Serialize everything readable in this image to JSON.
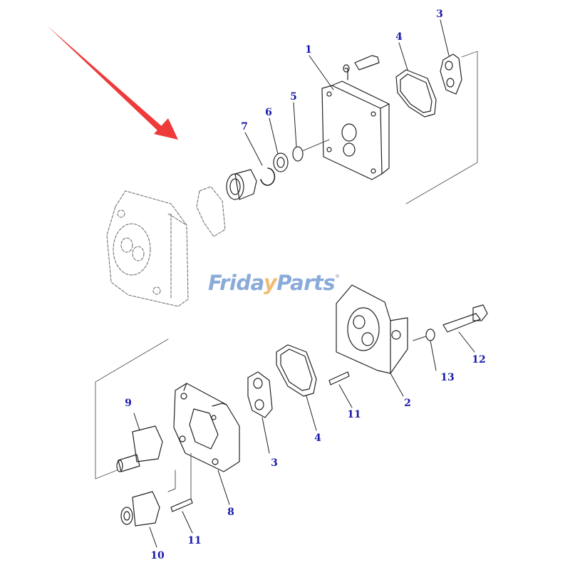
{
  "diagram": {
    "title": "Gear pump exploded parts diagram",
    "watermark": {
      "part1": "Frid",
      "part2": "a",
      "part3": "y",
      "part4": "Parts",
      "mark": "®"
    },
    "callouts": [
      {
        "id": "c1",
        "label": "1",
        "part": "cover"
      },
      {
        "id": "c2",
        "label": "2",
        "part": "body"
      },
      {
        "id": "c3a",
        "label": "3",
        "part": "plate (upper)"
      },
      {
        "id": "c3b",
        "label": "3",
        "part": "plate (lower)"
      },
      {
        "id": "c4a",
        "label": "4",
        "part": "seal (upper)"
      },
      {
        "id": "c4b",
        "label": "4",
        "part": "seal (lower)"
      },
      {
        "id": "c5",
        "label": "5",
        "part": "washer"
      },
      {
        "id": "c6",
        "label": "6",
        "part": "oil seal"
      },
      {
        "id": "c7",
        "label": "7",
        "part": "snap ring"
      },
      {
        "id": "c8",
        "label": "8",
        "part": "gear case"
      },
      {
        "id": "c9",
        "label": "9",
        "part": "drive gear"
      },
      {
        "id": "c10",
        "label": "10",
        "part": "driven gear"
      },
      {
        "id": "c11a",
        "label": "11",
        "part": "dowel pin (upper)"
      },
      {
        "id": "c11b",
        "label": "11",
        "part": "dowel pin (lower)"
      },
      {
        "id": "c12",
        "label": "12",
        "part": "bolt"
      },
      {
        "id": "c13",
        "label": "13",
        "part": "washer"
      }
    ],
    "colors": {
      "callout": "#1a1aa8",
      "line": "#222222",
      "arrow": "#ee3a3a",
      "watermark": "#7ea3d6",
      "watermark_accent": "#f0b565"
    }
  }
}
